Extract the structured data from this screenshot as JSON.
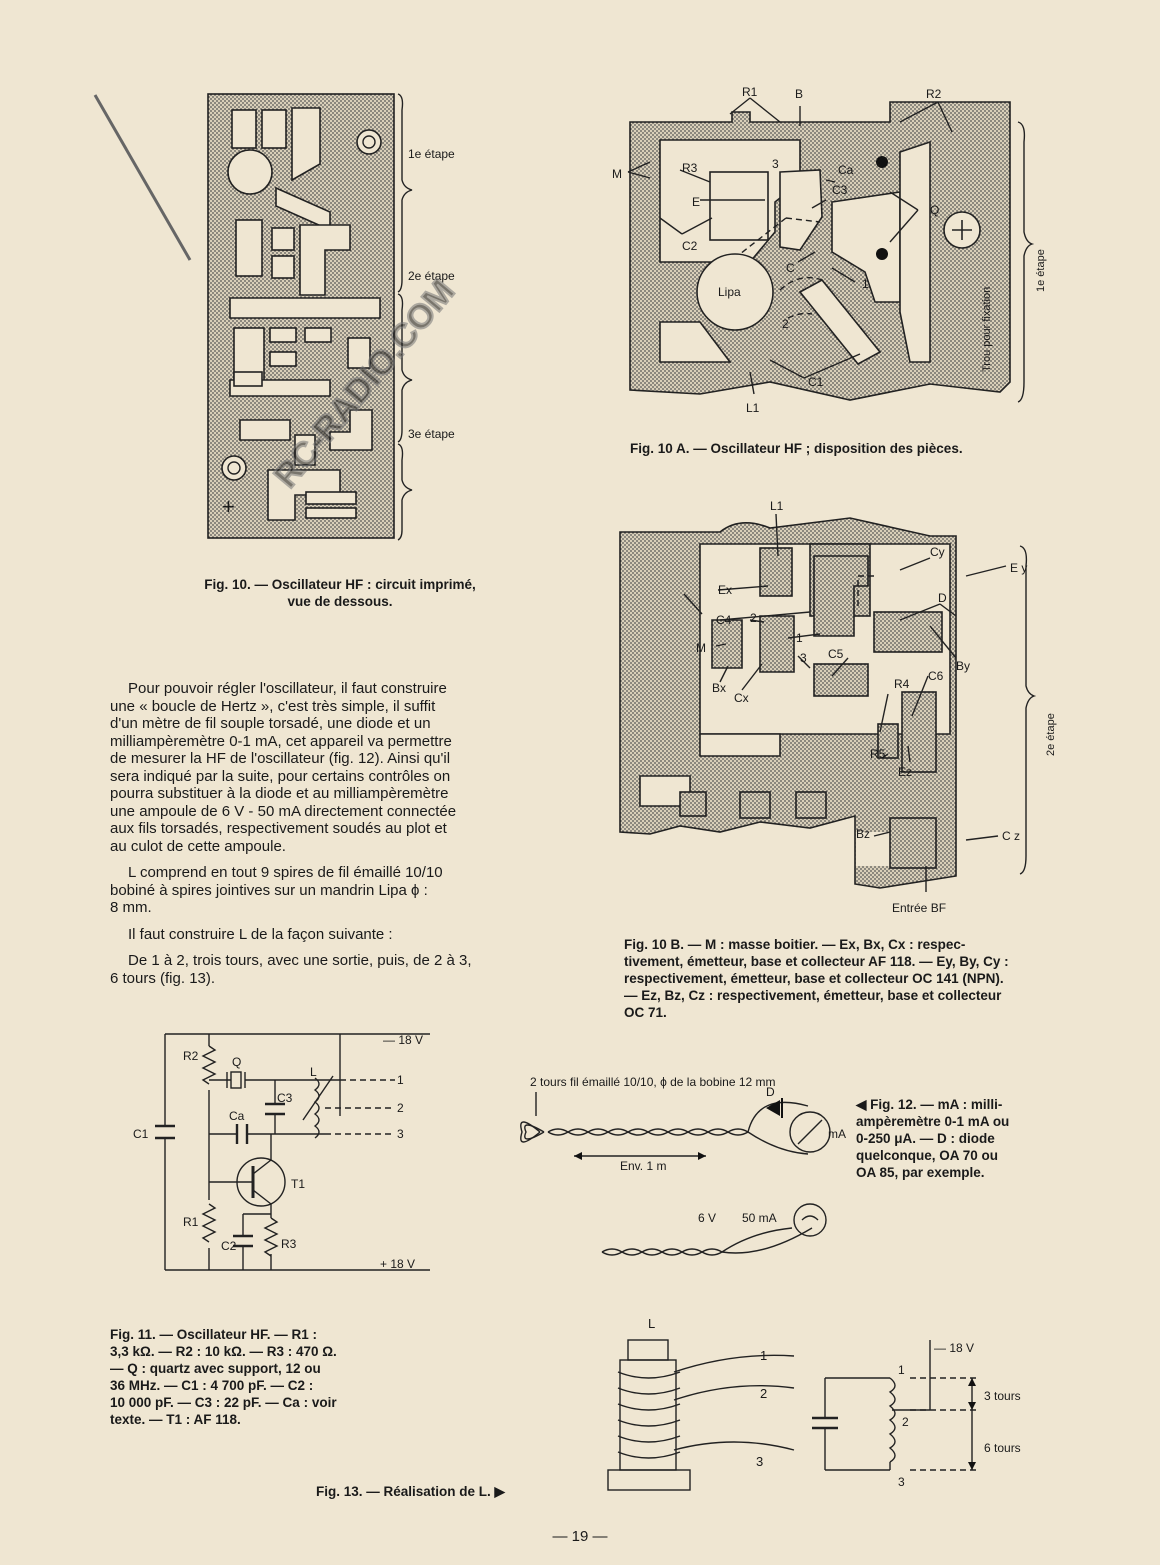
{
  "fig10": {
    "stage1": "1e étape",
    "stage2": "2e étape",
    "stage3": "3e étape",
    "plus": "+",
    "caption_line1": "Fig. 10. — Oscillateur HF : circuit imprimé,",
    "caption_line2": "vue de dessous."
  },
  "watermark": {
    "text": "RC-RADIO.COM"
  },
  "fig10a": {
    "labels": {
      "R1": "R1",
      "B": "B",
      "R2": "R2",
      "M": "M",
      "R3": "R3",
      "n3": "3",
      "Ca": "Ca",
      "C3": "C3",
      "E": "E",
      "Q": "Q",
      "C2": "C2",
      "C": "C",
      "Lipa": "Lipa",
      "n1": "1",
      "n2": "2",
      "C1": "C1",
      "L1": "L1"
    },
    "trou": "Trou pour fixation",
    "stage": "1e étape",
    "caption": "Fig. 10 A. — Oscillateur HF ; disposition des pièces."
  },
  "fig10b": {
    "labels": {
      "L1": "L1",
      "Cy": "Cy",
      "Ey": "E y",
      "Ex": "Ex",
      "D": "D",
      "C4": "C4",
      "n2": "2",
      "n1": "1",
      "M": "M",
      "n3": "3",
      "C5": "C5",
      "By": "By",
      "C6": "C6",
      "Bx": "Bx",
      "Cx": "Cx",
      "R4": "R4",
      "R5": "R5",
      "Ez": "Ez",
      "Bz": "Bz",
      "Cz": "C z",
      "entree": "Entrée BF"
    },
    "stage": "2e étape",
    "caption": [
      "Fig. 10 B. — M : masse boitier. — Ex, Bx, Cx : respec-",
      "tivement, émetteur, base et collecteur AF 118. — Ey, By, Cy :",
      "respectivement, émetteur, base et collecteur OC 141 (NPN).",
      "— Ez, Bz, Cz : respectivement, émetteur, base et collecteur",
      "OC 71."
    ]
  },
  "text": {
    "p1": [
      "Pour pouvoir régler l'oscillateur, il faut construire",
      "une « boucle de Hertz », c'est très simple, il suffit",
      "d'un mètre de fil souple torsadé, une diode et un",
      "milliampèremètre 0-1 mA, cet appareil va permettre",
      "de mesurer la HF de l'oscillateur (fig. 12). Ainsi qu'il",
      "sera indiqué par la suite, pour certains contrôles on",
      "pourra substituer à la diode et au milliampèremètre",
      "une ampoule de 6 V - 50 mA directement connectée",
      "aux fils torsadés, respectivement soudés au plot et",
      "au culot de cette ampoule."
    ],
    "p2": [
      "L comprend en tout 9 spires de fil émaillé 10/10",
      "bobiné à spires jointives sur un mandrin Lipa ϕ :",
      "8 mm."
    ],
    "p3": "Il faut construire L de la façon suivante :",
    "p4": [
      "De 1 à 2, trois tours, avec une sortie, puis, de 2 à 3,",
      "6 tours (fig. 13)."
    ]
  },
  "fig11": {
    "labels": {
      "m18": "— 18 V",
      "p18": "+ 18 V",
      "R2": "R2",
      "Q": "Q",
      "L": "L",
      "C3": "C3",
      "Ca": "Ca",
      "C1": "C1",
      "T1": "T1",
      "R1": "R1",
      "C2": "C2",
      "R3": "R3",
      "n1": "1",
      "n2": "2",
      "n3": "3"
    },
    "caption": [
      "Fig. 11. — Oscillateur HF. — R1 :",
      "3,3 kΩ. — R2 : 10 kΩ. — R3 : 470 Ω.",
      "— Q : quartz avec support, 12 ou",
      "36 MHz. — C1 : 4 700 pF. — C2 :",
      "10 000 pF. — C3 : 22 pF. — Ca : voir",
      "texte. — T1 : AF 118."
    ]
  },
  "fig12": {
    "top": "2 tours fil émaillé 10/10, ϕ de la bobine 12 mm",
    "D": "D",
    "mA": "mA",
    "env": "Env. 1 m",
    "v6": "6 V",
    "ma50": "50 mA",
    "caption": [
      "Fig. 12. — mA : milli-",
      "ampèremètre 0-1 mA ou",
      "0-250 μA. — D : diode",
      "quelconque, OA 70 ou",
      "OA 85, par exemple."
    ]
  },
  "fig13": {
    "L": "L",
    "n1": "1",
    "n2": "2",
    "n3": "3",
    "m18": "— 18 V",
    "tours3": "3 tours",
    "tours6": "6 tours",
    "caption": "Fig. 13. — Réalisation de L."
  },
  "page_number": "— 19 —"
}
